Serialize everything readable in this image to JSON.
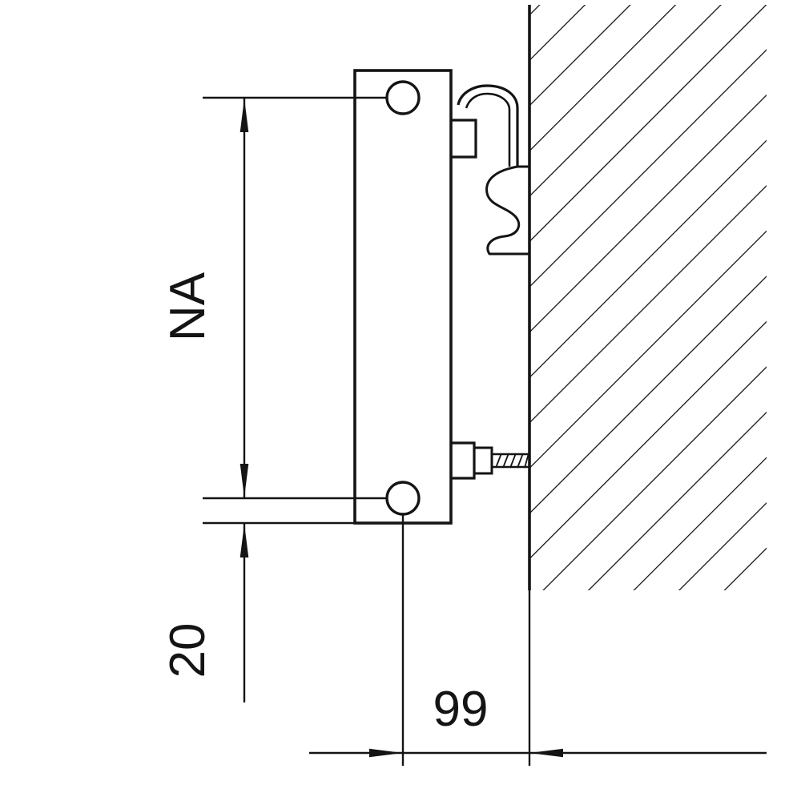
{
  "page": {
    "background_color": "#ffffff",
    "line_color": "#141414"
  },
  "drawing": {
    "kind": "radiator-wall-mounting-side-view",
    "parts": {
      "wall": "hatched-wall-section",
      "radiator": "radiator-body-side-view",
      "top_connection": "pipe-port-circle",
      "bottom_connection": "pipe-port-circle",
      "top_bracket": "wall-mounting-bracket",
      "bottom_fixing": "threaded-fixing-bolt"
    },
    "dimensions": {
      "hub_distance": {
        "label": "NA",
        "orientation": "vertical"
      },
      "bottom_offset": {
        "label": "20",
        "orientation": "vertical"
      },
      "wall_distance": {
        "label": "99",
        "orientation": "horizontal"
      }
    }
  }
}
